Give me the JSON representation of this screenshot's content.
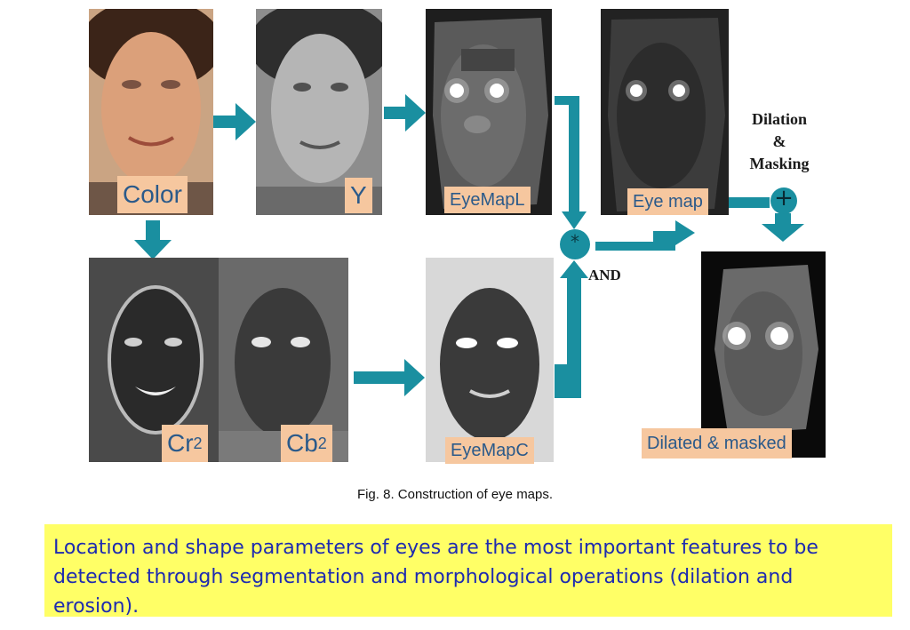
{
  "figure": {
    "stages": {
      "color": "Color",
      "y": "Y",
      "eyemap_l": "EyeMapL",
      "eye_map": "Eye map",
      "cr2_base": "Cr",
      "cr2_sup": "2",
      "cb2_base": "Cb",
      "cb2_sup": "2",
      "eyemap_c": "EyeMapC",
      "dilated": "Dilated & masked"
    },
    "operations": {
      "dilation_line1": "Dilation",
      "dilation_line2": "&",
      "dilation_line3": "Masking",
      "and_label": "AND",
      "multiply_symbol": "*",
      "plus_symbol": "+"
    },
    "caption": "Fig. 8. Construction of eye maps."
  },
  "note_text": "Location and shape parameters of eyes are the most important features to be detected through segmentation and morphological operations (dilation and erosion).",
  "colors": {
    "arrow": "#1a8fa0",
    "label_bg": "#f6c79f",
    "label_text": "#2b5a8a",
    "note_bg": "#ffff66",
    "note_text": "#1e2bb0"
  }
}
